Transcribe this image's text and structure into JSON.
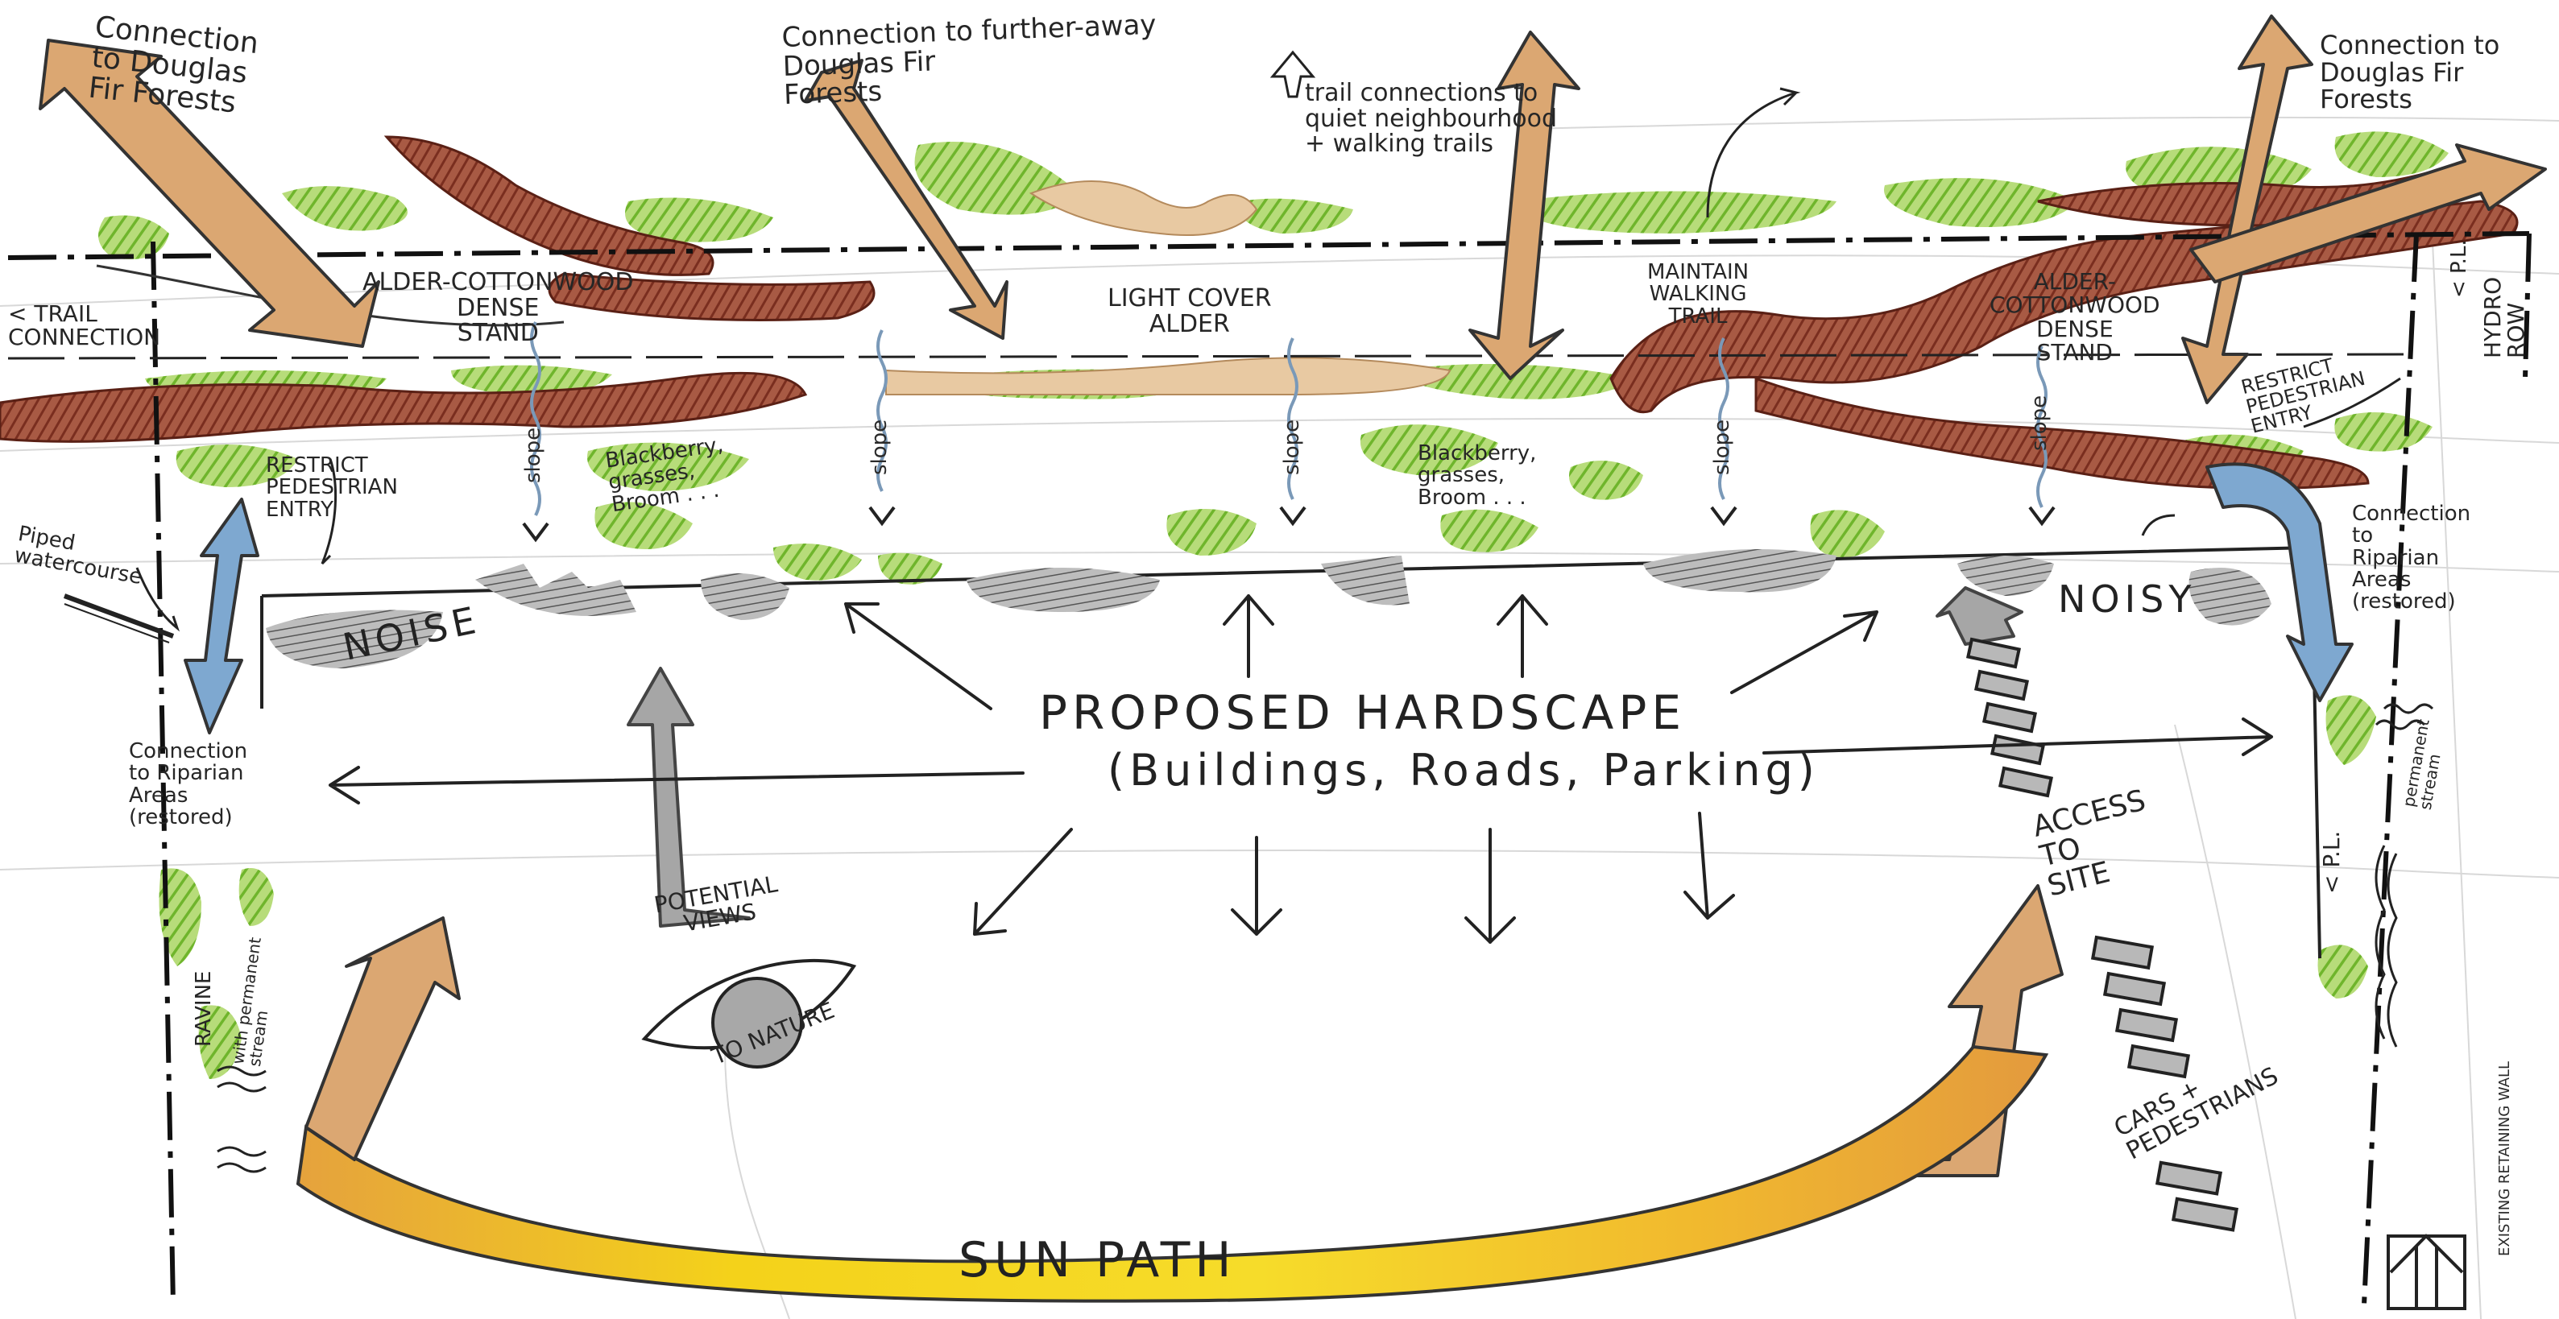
{
  "labels": {
    "connection_nw": "Connection\nto Douglas\nFir Forests",
    "connection_n": "Connection to further-away\nDouglas Fir\nForests",
    "trail_connections": "trail connections to\nquiet neighbourhood\n+ walking trails",
    "connection_ne": "Connection to\nDouglas Fir\nForests",
    "trail_connection": "< TRAIL\nCONNECTION",
    "alder_cottonwood_w": "ALDER-COTTONWOOD\nDENSE\nSTAND",
    "light_cover_alder": "LIGHT COVER\nALDER",
    "maintain_walking_trail": "MAINTAIN\nWALKING\nTRAIL",
    "alder_cottonwood_e": "ALDER-\nCOTTONWOOD\nDENSE\nSTAND",
    "pl_north": "< P.L.",
    "hydro_row": "HYDRO\nROW",
    "restrict_entry_w": "RESTRICT\nPEDESTRIAN\nENTRY",
    "restrict_entry_e": "RESTRICT\nPEDESTRIAN\nENTRY",
    "blackberry_w": "Blackberry,\ngrasses,\nBroom . . .",
    "blackberry_e": "Blackberry,\ngrasses,\nBroom . . .",
    "piped_watercourse": "Piped\nwatercourse",
    "slope": "slope",
    "noise": "NOISE",
    "noisy": "NOISY",
    "proposed_hardscape": "PROPOSED HARDSCAPE",
    "hardscape_items": "(Buildings, Roads, Parking)",
    "connection_riparian_w": "Connection\nto Riparian\nAreas\n(restored)",
    "connection_riparian_e": "Connection\nto\nRiparian\nAreas\n(restored)",
    "ravine": "RAVINE",
    "ravine_stream": "with permanent\nstream",
    "permanent_stream": "permanent\nstream",
    "potential_views": "POTENTIAL\nVIEWS",
    "to_nature": "TO NATURE",
    "access_to_site": "ACCESS\nTO\nSITE",
    "cars_pedestrians": "CARS +\nPEDESTRIANS",
    "pl_east": "< P.L.",
    "sun_path": "SUN PATH",
    "existing_retaining_wall": "EXISTING RETAINING WALL"
  },
  "colors": {
    "tan_arrow": "#d9a36b",
    "green_veg": "#8cc63f",
    "brown_trees": "#8a3b2a",
    "blue_arrow": "#6fa0cc",
    "grey_arrow": "#9a9a9a",
    "sun_yellow": "#f2d31b",
    "sun_orange": "#e3a13a",
    "ink": "#262626"
  },
  "icons": {
    "north_arrow": "north-arrow-icon",
    "eye": "eye-icon"
  }
}
